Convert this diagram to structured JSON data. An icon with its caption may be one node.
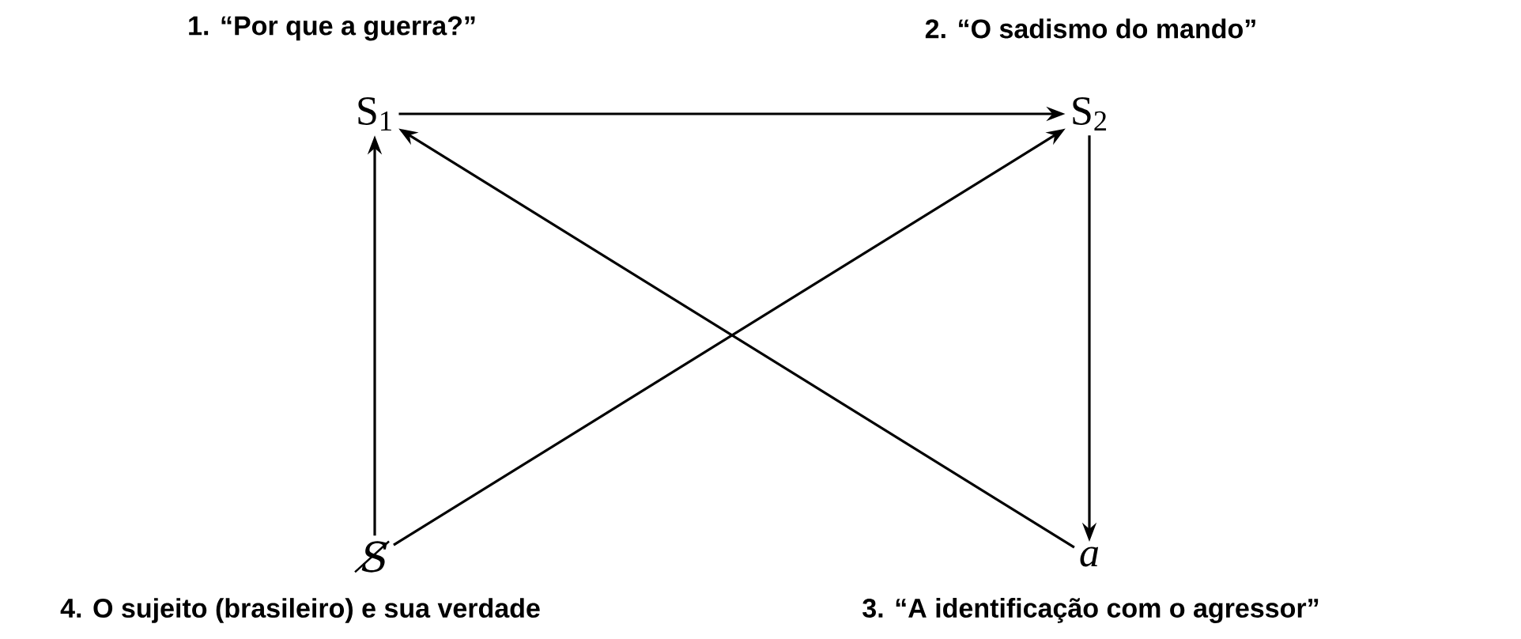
{
  "diagram": {
    "nodes": [
      {
        "text": [
          "S$_{1}$"
        ],
        "beside": [
          "1. “Por que a guerra?”"
        ]
      },
      {
        "text": [
          "S$_{2}$"
        ],
        "beside": [
          "2. “O sadismo do mando”"
        ]
      },
      {
        "text": [
          "S̸"
        ],
        "beside": [
          "4. O sujeito (brasileiro) e sua verdade"
        ]
      },
      {
        "text": [
          "a"
        ],
        "beside": [
          "3. “A identificação com o agressor”"
        ]
      }
    ],
    "edges": [
      {
        "from": 0,
        "to": 1,
        "arrow": "to"
      },
      {
        "from": 1,
        "to": 3,
        "arrow": "to"
      },
      {
        "from": 2,
        "to": 0,
        "arrow": "to"
      },
      {
        "from": 2,
        "to": 1,
        "arrow": "to"
      },
      {
        "from": 3,
        "to": 0,
        "arrow": "to"
      }
    ]
  }
}
